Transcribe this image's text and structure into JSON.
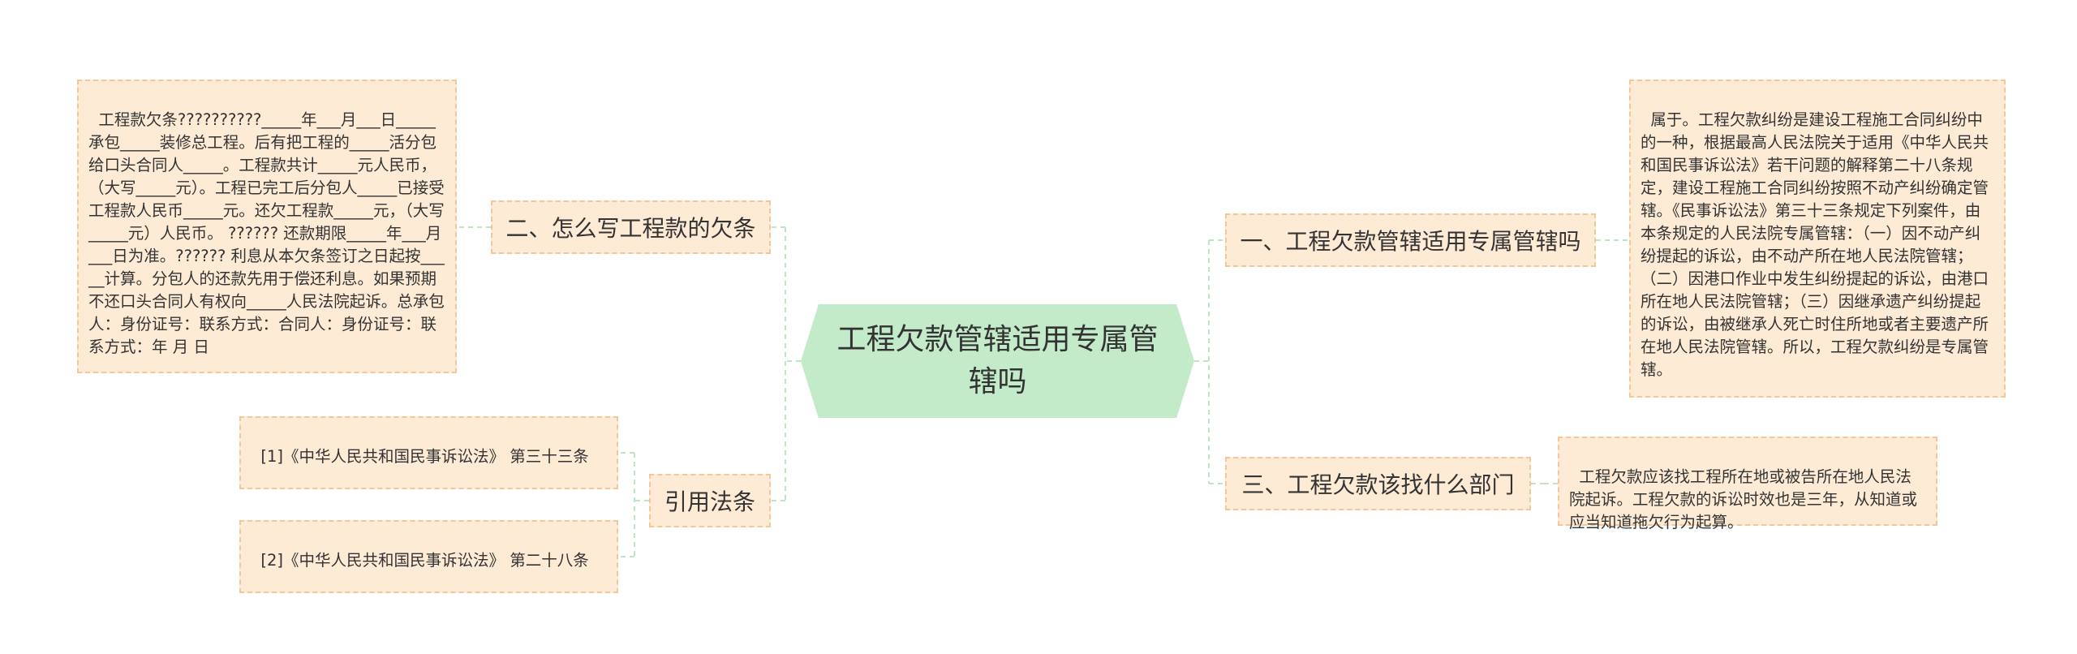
{
  "center": {
    "title": "工程欠款管辖适用专属管辖吗"
  },
  "branches": {
    "jurisdiction": {
      "label": "一、工程欠款管辖适用专属管辖吗",
      "detail": "属于。工程欠款纠纷是建设工程施工合同纠纷中的一种，根据最高人民法院关于适用《中华人民共和国民事诉讼法》若干问题的解释第二十八条规定，建设工程施工合同纠纷按照不动产纠纷确定管辖。《民事诉讼法》第三十三条规定下列案件，由本条规定的人民法院专属管辖：（一）因不动产纠纷提起的诉讼，由不动产所在地人民法院管辖；（二）因港口作业中发生纠纷提起的诉讼，由港口所在地人民法院管辖；（三）因继承遗产纠纷提起的诉讼，由被继承人死亡时住所地或者主要遗产所在地人民法院管辖。所以，工程欠款纠纷是专属管辖。"
    },
    "iou": {
      "label": "二、怎么写工程款的欠条",
      "detail": "工程款欠条??????????_____年___月___日_____承包_____装修总工程。后有把工程的_____活分包给口头合同人_____。工程款共计_____元人民币，（大写_____元）。工程已完工后分包人_____已接受工程款人民币_____元。还欠工程款_____元，（大写_____元）人民币。 ?????? 还款期限_____年___月___日为准。?????? 利息从本欠条签订之日起按_____计算。分包人的还款先用于偿还利息。如果预期不还口头合同人有权向_____人民法院起诉。总承包人：身份证号：联系方式：合同人：身份证号：联系方式：年 月 日"
    },
    "department": {
      "label": "三、工程欠款该找什么部门",
      "detail": "工程欠款应该找工程所在地或被告所在地人民法院起诉。工程欠款的诉讼时效也是三年，从知道或应当知道拖欠行为起算。"
    },
    "citations": {
      "label": "引用法条",
      "items": [
        "[1]《中华人民共和国民事诉讼法》 第三十三条",
        "[2]《中华人民共和国民事诉讼法》 第二十八条"
      ]
    }
  },
  "colors": {
    "center_fill": "#c3eac9",
    "node_fill": "#fdebd5",
    "node_border": "#f2c89a",
    "connector": "#bfe6c4"
  }
}
